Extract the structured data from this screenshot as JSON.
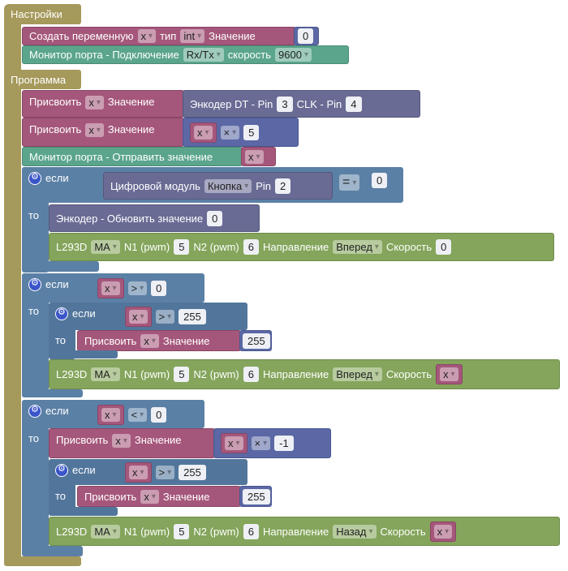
{
  "setup": {
    "title": "Настройки",
    "create_var": {
      "label": "Создать переменную",
      "var": "x",
      "type_label": "тип",
      "type": "int",
      "value_label": "Значение",
      "value": "0"
    },
    "serial_begin": {
      "label": "Монитор порта - Подключение",
      "port": "Rx/Tx",
      "speed_label": "скорость",
      "speed": "9600"
    }
  },
  "program": {
    "title": "Программа",
    "assign1": {
      "label": "Присвоить",
      "var": "x",
      "value_label": "Значение",
      "encoder_label": "Энкодер DT - Pin",
      "dt": "3",
      "clk_label": "CLK - Pin",
      "clk": "4"
    },
    "assign2": {
      "label": "Присвоить",
      "var": "x",
      "value_label": "Значение",
      "operand": "x",
      "op": "×",
      "num": "5"
    },
    "serial_print": {
      "label": "Монитор порта - Отправить значение",
      "var": "x"
    },
    "if1": {
      "if_label": "если",
      "then_label": "то",
      "module_label": "Цифровой модуль",
      "module": "Кнопка",
      "pin_label": "Pin",
      "pin": "2",
      "op": "=",
      "compare": "0",
      "encoder_update": {
        "label": "Энкодер - Обновить значение",
        "value": "0"
      },
      "motor": {
        "label": "L293D",
        "motor": "MA",
        "n1_label": "N1 (pwm)",
        "n1": "5",
        "n2_label": "N2 (pwm)",
        "n2": "6",
        "dir_label": "Направление",
        "dir": "Вперед",
        "speed_label": "Скорость",
        "speed": "0"
      }
    },
    "if2": {
      "if_label": "если",
      "then_label": "то",
      "var": "x",
      "op": ">",
      "compare": "0",
      "nested": {
        "if_label": "если",
        "then_label": "то",
        "var": "x",
        "op": ">",
        "compare": "255",
        "assign_label": "Присвоить",
        "assign_var": "x",
        "value_label": "Значение",
        "value": "255"
      },
      "motor": {
        "label": "L293D",
        "motor": "MA",
        "n1_label": "N1 (pwm)",
        "n1": "5",
        "n2_label": "N2 (pwm)",
        "n2": "6",
        "dir_label": "Направление",
        "dir": "Вперед",
        "speed_label": "Скорость",
        "speed_var": "x"
      }
    },
    "if3": {
      "if_label": "если",
      "then_label": "то",
      "var": "x",
      "op": "<",
      "compare": "0",
      "assign": {
        "label": "Присвоить",
        "var": "x",
        "value_label": "Значение",
        "operand": "x",
        "op": "×",
        "num": "-1"
      },
      "nested": {
        "if_label": "если",
        "then_label": "то",
        "var": "x",
        "op": ">",
        "compare": "255",
        "assign_label": "Присвоить",
        "assign_var": "x",
        "value_label": "Значение",
        "value": "255"
      },
      "motor": {
        "label": "L293D",
        "motor": "MA",
        "n1_label": "N1 (pwm)",
        "n1": "5",
        "n2_label": "N2 (pwm)",
        "n2": "6",
        "dir_label": "Направление",
        "dir": "Назад",
        "speed_label": "Скорость",
        "speed_var": "x"
      }
    }
  },
  "colors": {
    "event": "#a5995b",
    "variable": "#a5577b",
    "serial": "#5ba58d",
    "logic": "#5b80a5",
    "sensor": "#696b94",
    "math": "#5b68a5",
    "motor": "#84a55b"
  }
}
